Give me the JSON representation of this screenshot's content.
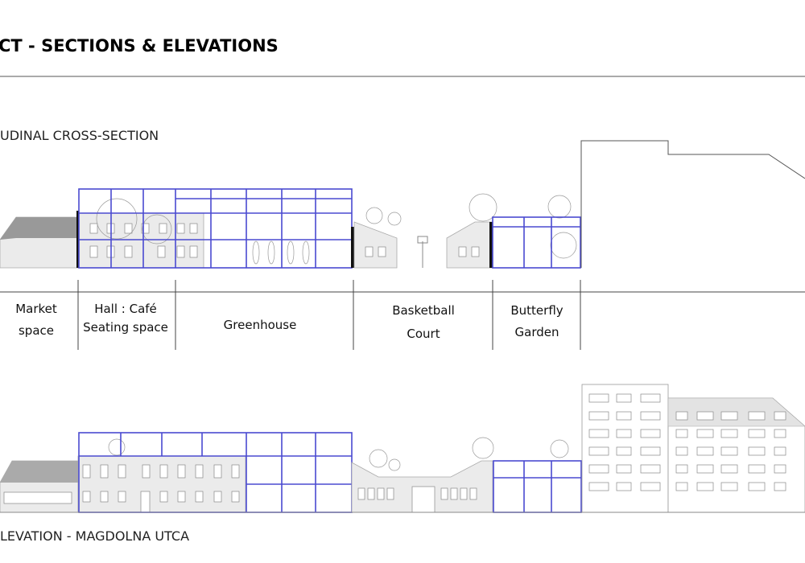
{
  "header": {
    "title": "CT - SECTIONS & ELEVATIONS"
  },
  "section": {
    "label": "UDINAL CROSS-SECTION",
    "zones": [
      {
        "line1": "Market",
        "line2": "space"
      },
      {
        "line1": "Hall : Café",
        "line2": "Seating space"
      },
      {
        "line1": "Greenhouse",
        "line2": ""
      },
      {
        "line1": "Basketball",
        "line2": "Court"
      },
      {
        "line1": "Butterfly",
        "line2": "Garden"
      }
    ]
  },
  "elevation": {
    "label": "LEVATION - MAGDOLNA UTCA"
  },
  "colors": {
    "glass_frame": "#4a4ad0",
    "building_fill": "#ebebeb"
  }
}
